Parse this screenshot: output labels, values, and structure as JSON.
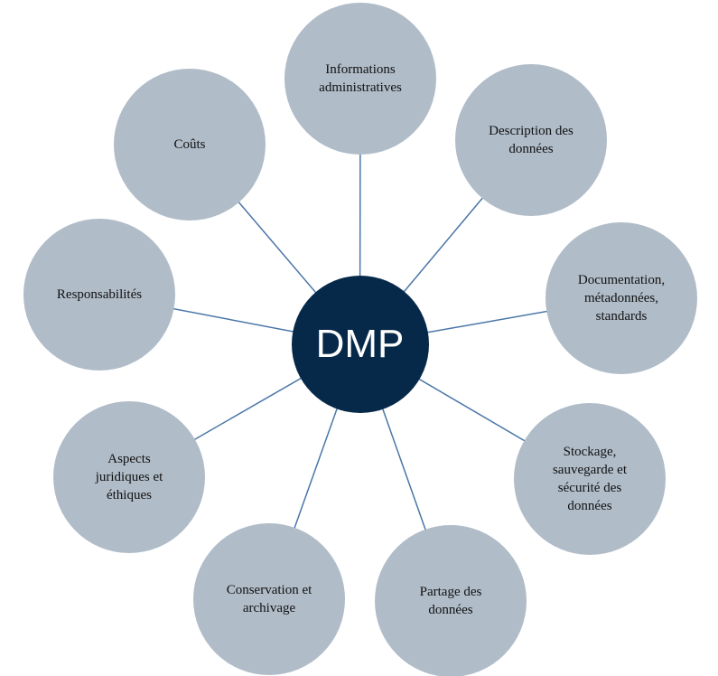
{
  "center": {
    "label": "DMP"
  },
  "nodes": [
    {
      "label": "Informations\nadministratives"
    },
    {
      "label": "Description des\ndonnées"
    },
    {
      "label": "Documentation,\nmétadonnées,\nstandards"
    },
    {
      "label": "Stockage,\nsauvegarde et\nsécurité des\ndonnées"
    },
    {
      "label": "Partage des\ndonnées"
    },
    {
      "label": "Conservation et\narchivage"
    },
    {
      "label": "Aspects\njuridiques et\néthiques"
    },
    {
      "label": "Responsabilités"
    },
    {
      "label": "Coûts"
    }
  ],
  "colors": {
    "node": "#b0bcc8",
    "center": "#06294a",
    "line": "#4a76a8"
  }
}
